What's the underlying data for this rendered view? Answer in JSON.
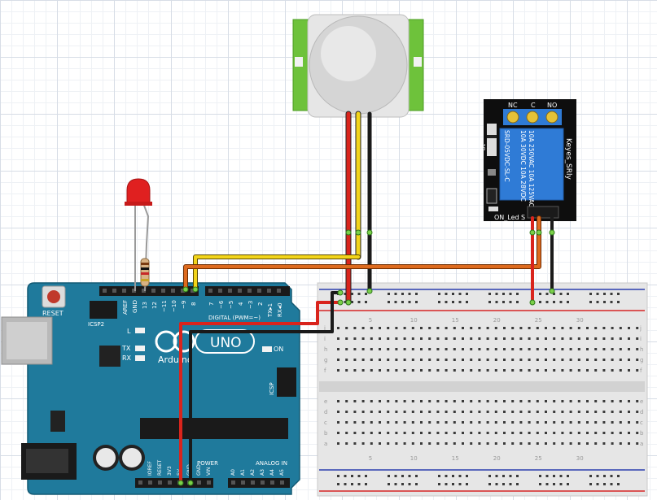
{
  "arduino": {
    "reset_label": "RESET",
    "icsp2_label": "ICSP2",
    "icsp_label": "ICSP",
    "aref_label": "AREF",
    "gnd_label": "GND",
    "pin13": "13",
    "pin12": "12",
    "pin11": "~11",
    "pin10": "~10",
    "pin9": "~9",
    "pin8": "8",
    "pin7": "7",
    "pin6": "~6",
    "pin5": "~5",
    "pin4": "4",
    "pin3": "~3",
    "pin2": "2",
    "tx_pin": "TX▸1",
    "rx_pin": "RX◂0",
    "digital_label": "DIGITAL (PWM=~)",
    "led_l": "L",
    "led_tx": "TX",
    "led_rx": "RX",
    "on_label": "ON",
    "uno_label": "UNO",
    "brand": "Arduino",
    "power_label": "POWER",
    "analog_label": "ANALOG IN",
    "power_pins": [
      "IOREF",
      "RESET",
      "3V3",
      "5V",
      "GND",
      "GND",
      "VIN"
    ],
    "analog_pins": [
      "A0",
      "A1",
      "A2",
      "A3",
      "A4",
      "A5"
    ]
  },
  "relay": {
    "nc": "NC",
    "c": "C",
    "no": "NO",
    "model": "SRD-05VDC-SL-C",
    "rating_1": "10A 250VAC  10A 125VAC",
    "rating_2": "10A 30VDC  10A 28VDC",
    "brand": "Keyes_SRly",
    "on_led": "ON_Led",
    "d1": "D1",
    "s": "S"
  },
  "breadboard": {
    "cols_top": [
      "5",
      "10",
      "15",
      "20",
      "25",
      "30"
    ],
    "rows_upper": [
      "j",
      "i",
      "h",
      "g",
      "f"
    ],
    "rows_lower": [
      "e",
      "d",
      "c",
      "b",
      "a"
    ]
  },
  "colors": {
    "arduino_board": "#1f7a9c",
    "wire_red": "#d9241c",
    "wire_yellow": "#f2d41a",
    "wire_orange": "#dd6a1e",
    "wire_black": "#1a1a1a",
    "pir_board": "#6ec23b",
    "relay_board": "#0e0e0e",
    "relay_blue": "#2f7bd6"
  }
}
